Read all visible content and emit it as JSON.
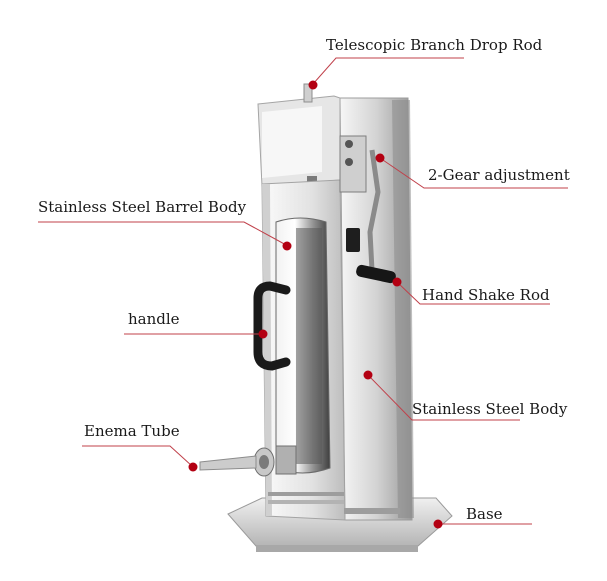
{
  "labels": {
    "telescopic_branch_drop_rod": "Telescopic Branch Drop Rod",
    "two_gear_adjustment": "2-Gear adjustment",
    "stainless_steel_barrel_body": "Stainless Steel Barrel Body",
    "hand_shake_rod": "Hand Shake Rod",
    "handle": "handle",
    "stainless_steel_body": "Stainless Steel Body",
    "enema_tube": "Enema Tube",
    "base": "Base"
  },
  "colors": {
    "marker": "#b30012",
    "leader_line": "#c0404a",
    "steel_light": "#e9e9e9",
    "steel_mid": "#b8b8b8",
    "steel_dark": "#6e6e6e",
    "handle_black": "#1a1a1a"
  }
}
